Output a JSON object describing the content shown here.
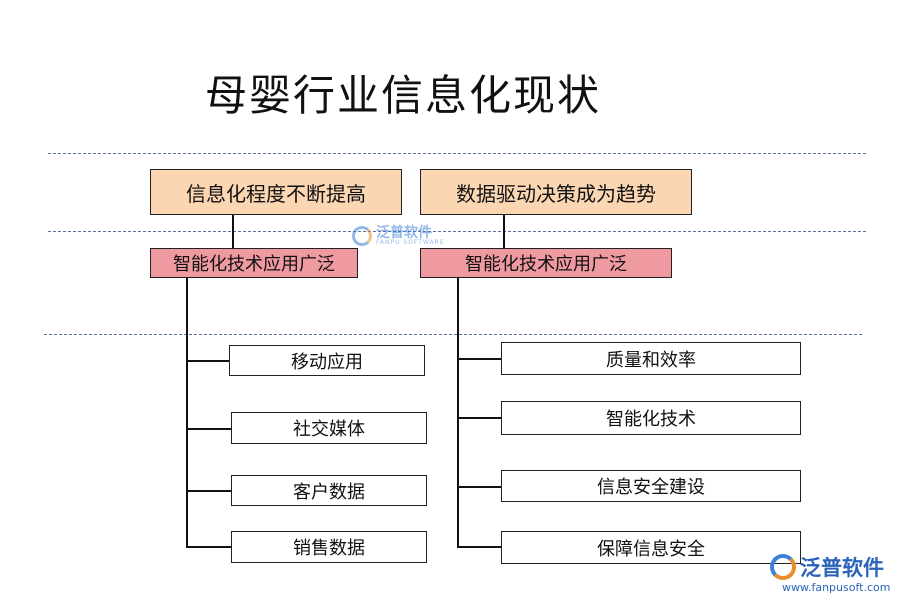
{
  "title": "母婴行业信息化现状",
  "top_left": "信息化程度不断提高",
  "top_right": "数据驱动决策成为趋势",
  "mid_left": "智能化技术应用广泛",
  "mid_right": "智能化技术应用广泛",
  "left_items": [
    "移动应用",
    "社交媒体",
    "客户数据",
    "销售数据"
  ],
  "right_items": [
    "质量和效率",
    "智能化技术",
    "信息安全建设",
    "保障信息安全"
  ],
  "watermark_center": {
    "text": "泛普软件",
    "subtext": "FANPU SOFTWARE"
  },
  "logo": {
    "text": "泛普软件",
    "url": "www.fanpusoft.com"
  },
  "colors": {
    "top_box": "#fbd6b3",
    "mid_box": "#ef9aa0",
    "dash": "#5a6fa8"
  }
}
